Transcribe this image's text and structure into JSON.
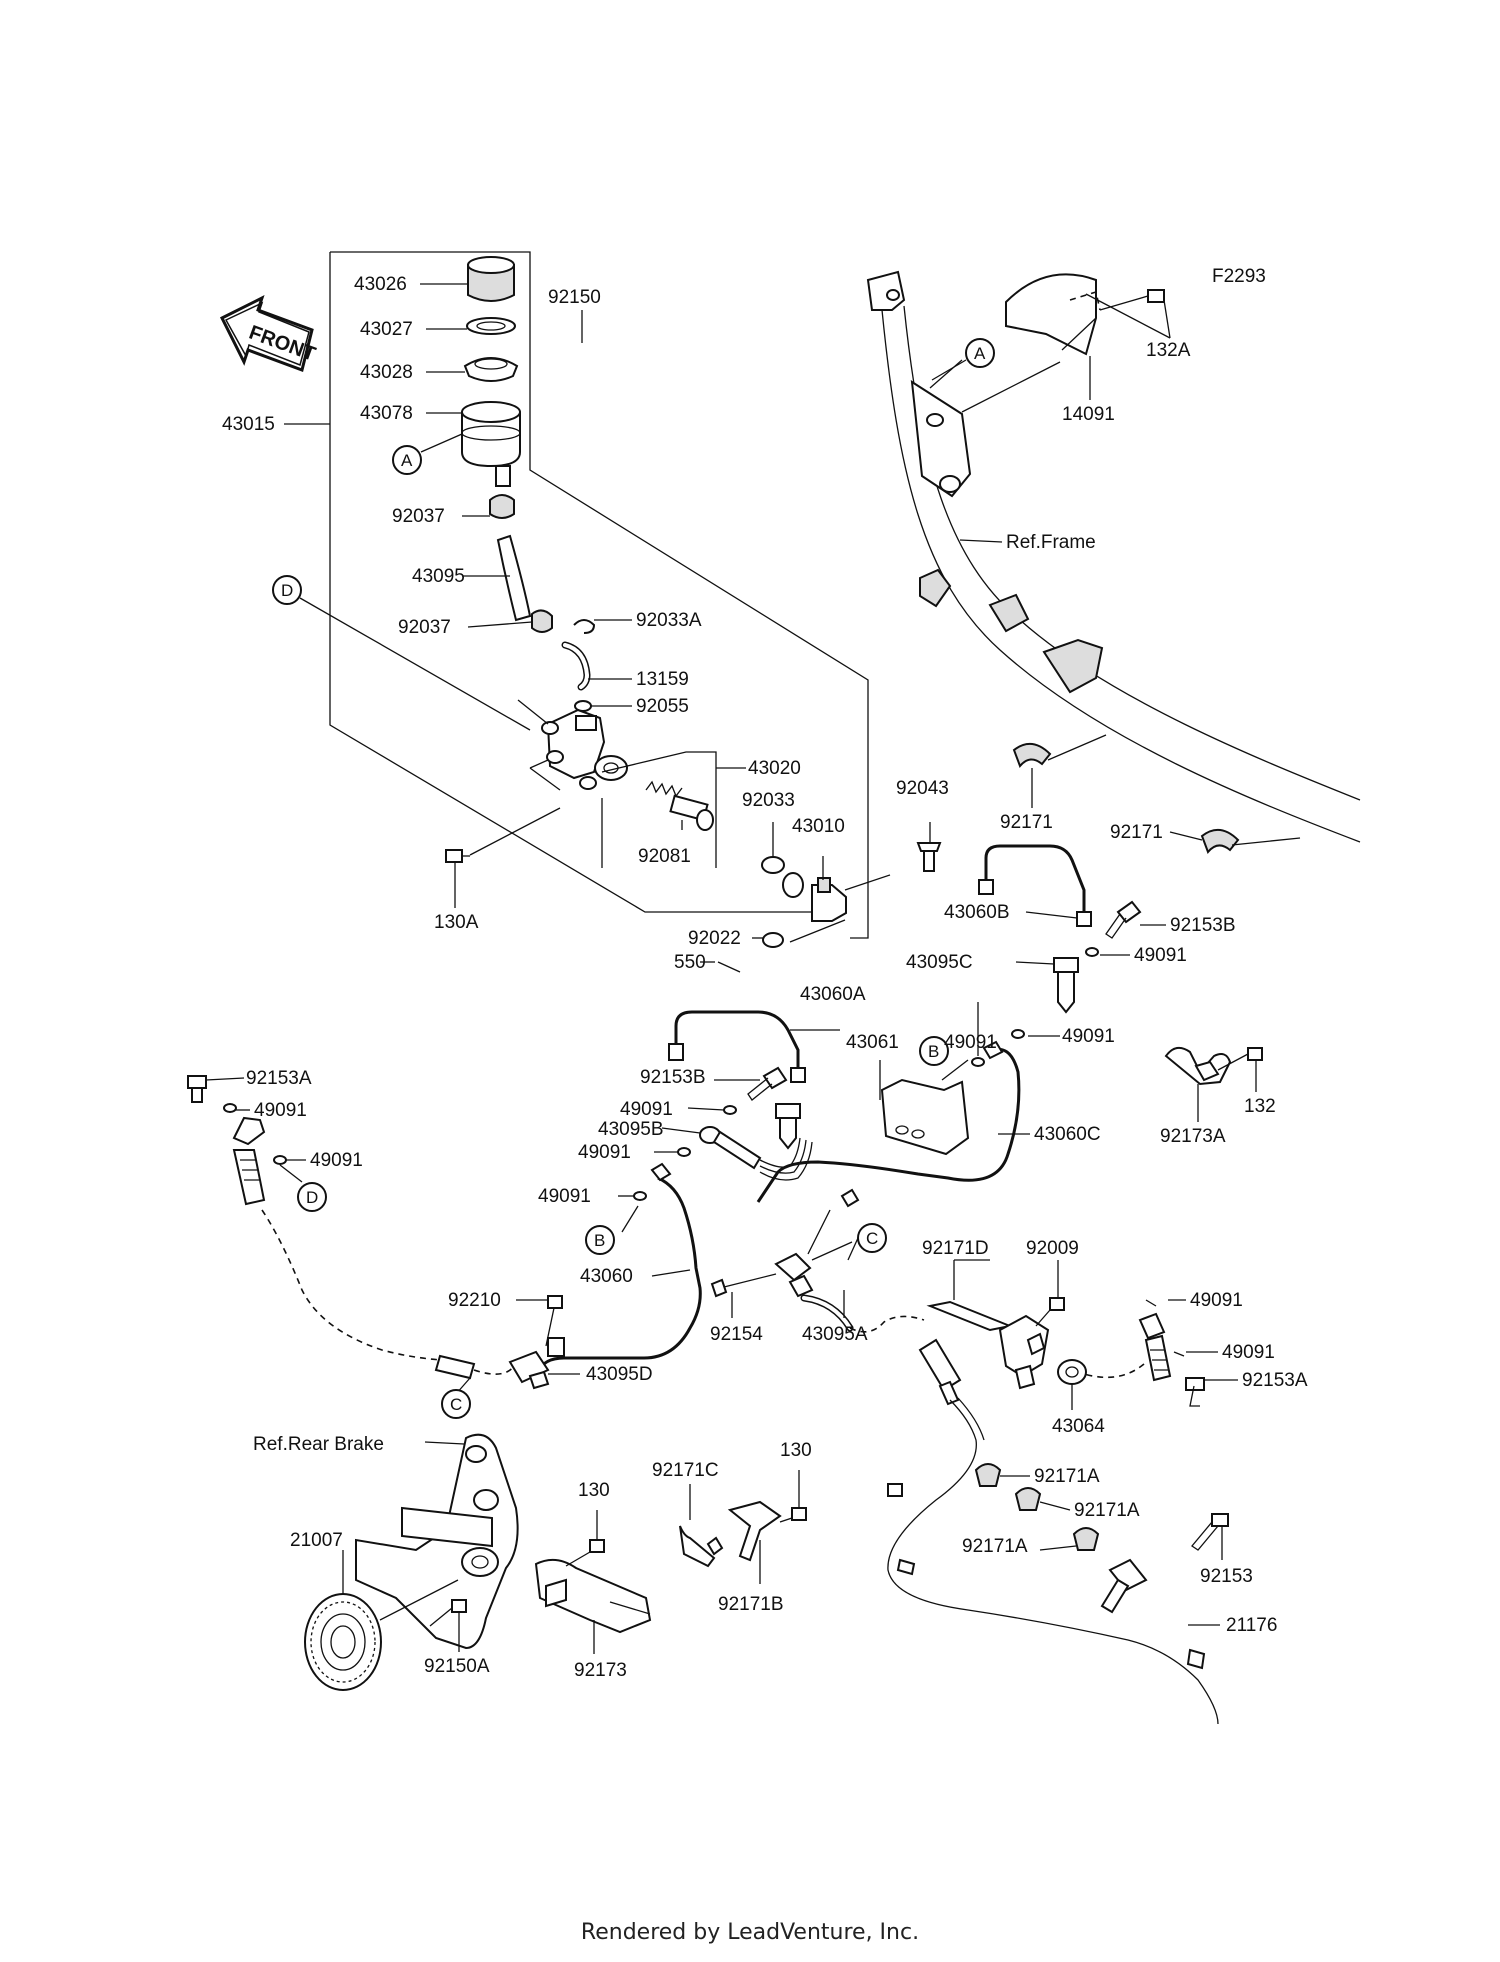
{
  "diagram_code": "F2293",
  "front_label": "FRONT",
  "ref_labels": {
    "frame": "Ref.Frame",
    "rear_brake": "Ref.Rear Brake"
  },
  "callouts": {
    "A": "A",
    "B": "B",
    "C": "C",
    "D": "D"
  },
  "part_numbers": [
    "43026",
    "43027",
    "43028",
    "43078",
    "43015",
    "92150",
    "92037",
    "43095",
    "92037",
    "92033A",
    "13159",
    "92055",
    "43020",
    "92033",
    "43010",
    "92081",
    "130A",
    "92022",
    "92043",
    "550",
    "43060A",
    "43060B",
    "92153B",
    "43095C",
    "49091",
    "49091",
    "49091",
    "43061",
    "92153B",
    "49091",
    "43095B",
    "49091",
    "49091",
    "43060",
    "43060C",
    "132",
    "92173A",
    "92153A",
    "49091",
    "49091",
    "92210",
    "43095D",
    "92154",
    "43095A",
    "92171D",
    "92009",
    "43064",
    "49091",
    "49091",
    "92153A",
    "130",
    "130",
    "92171C",
    "92171B",
    "92173",
    "21007",
    "92150A",
    "92171A",
    "92171A",
    "92171A",
    "92153",
    "21176",
    "132A",
    "14091",
    "92171",
    "92171"
  ],
  "footer": "Rendered by LeadVenture, Inc.",
  "colors": {
    "ink": "#111111",
    "background": "#ffffff"
  }
}
